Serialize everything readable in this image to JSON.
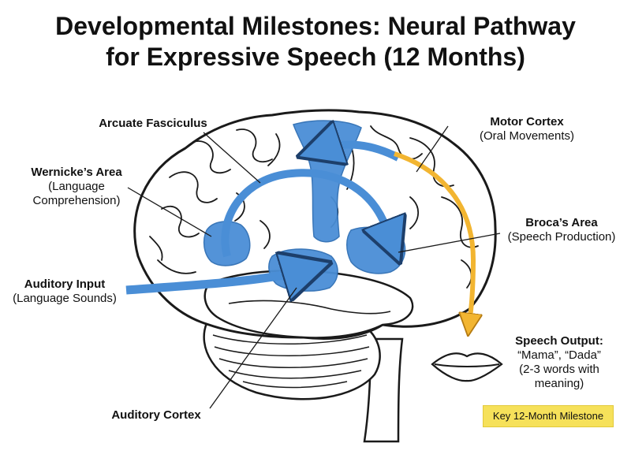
{
  "title": {
    "line1": "Developmental Milestones: Neural Pathway",
    "line2": "for Expressive Speech (12 Months)"
  },
  "labels": {
    "arcuate": {
      "name": "Arcuate Fasciculus"
    },
    "wernicke": {
      "name": "Wernicke’s Area",
      "sub1": "(Language",
      "sub2": "Comprehension)"
    },
    "auditory_input": {
      "name": "Auditory Input",
      "sub": "(Language Sounds)"
    },
    "auditory_cortex": {
      "name": "Auditory Cortex"
    },
    "motor": {
      "name": "Motor Cortex",
      "sub": "(Oral Movements)"
    },
    "broca": {
      "name": "Broca’s Area",
      "sub": "(Speech Production)"
    },
    "speech_output": {
      "name": "Speech Output:",
      "line1": "“Mama”, “Dada”",
      "line2": "(2-3 words with",
      "line3": "meaning)"
    }
  },
  "key": {
    "label": "Key 12-Month Milestone"
  },
  "colors": {
    "pathway_blue": "#4a8ed6",
    "pathway_stroke": "#2f6fb5",
    "output_arrow": "#f2b531",
    "key_highlight": "#f6e15a"
  }
}
